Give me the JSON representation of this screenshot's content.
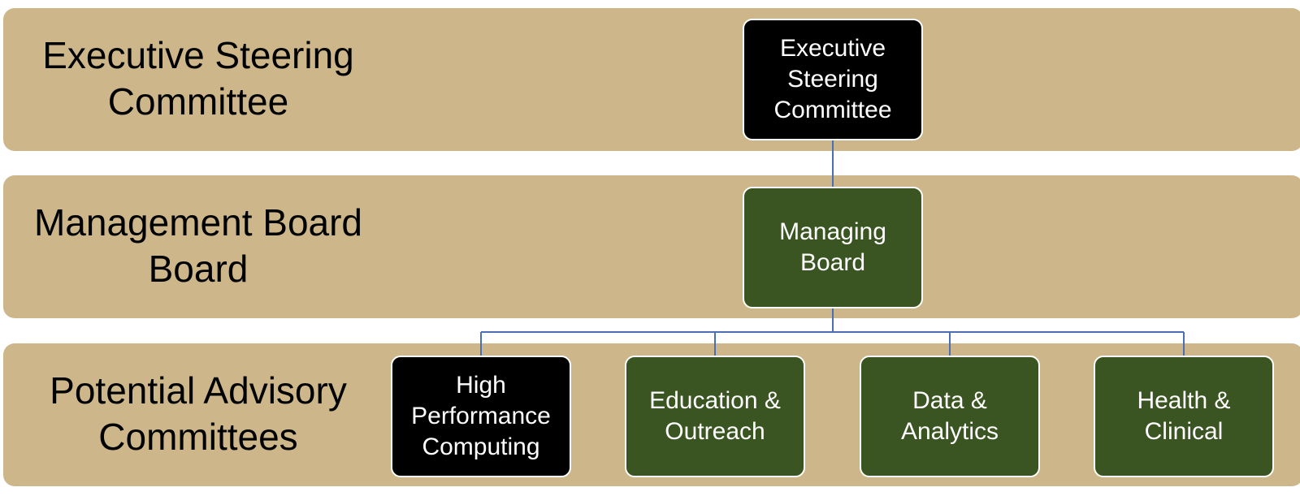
{
  "colors": {
    "band": "#cdb78a",
    "box_black": "#000000",
    "box_green": "#3a5422",
    "connector": "#4a6fb5",
    "box_border": "#ffffff"
  },
  "levels": [
    {
      "label_lines": [
        "Executive Steering",
        "Committee"
      ]
    },
    {
      "label_lines": [
        "Management Board",
        "Board"
      ]
    },
    {
      "label_lines": [
        "Potential Advisory",
        "Committees"
      ]
    }
  ],
  "nodes": {
    "executive_steering_committee": {
      "lines": [
        "Executive",
        "Steering",
        "Committee"
      ],
      "fill": "black"
    },
    "managing_board": {
      "lines": [
        "Managing",
        "Board"
      ],
      "fill": "green"
    },
    "high_performance_computing": {
      "lines": [
        "High",
        "Performance",
        "Computing"
      ],
      "fill": "black"
    },
    "education_outreach": {
      "lines": [
        "Education &",
        "Outreach"
      ],
      "fill": "green"
    },
    "data_analytics": {
      "lines": [
        "Data &",
        "Analytics"
      ],
      "fill": "green"
    },
    "health_clinical": {
      "lines": [
        "Health &",
        "Clinical"
      ],
      "fill": "green"
    }
  }
}
